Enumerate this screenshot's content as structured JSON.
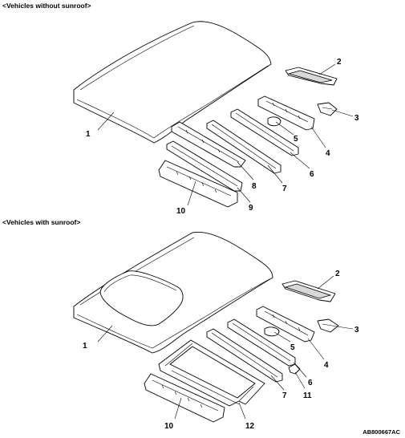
{
  "sections": [
    {
      "heading": "<Vehicles without sunroof>",
      "callouts": [
        "1",
        "2",
        "3",
        "4",
        "5",
        "6",
        "7",
        "8",
        "9",
        "10"
      ]
    },
    {
      "heading": "<Vehicles with sunroof>",
      "callouts": [
        "1",
        "2",
        "3",
        "4",
        "5",
        "6",
        "7",
        "11",
        "10",
        "12"
      ]
    }
  ],
  "drawing_code": "AB800667AC"
}
